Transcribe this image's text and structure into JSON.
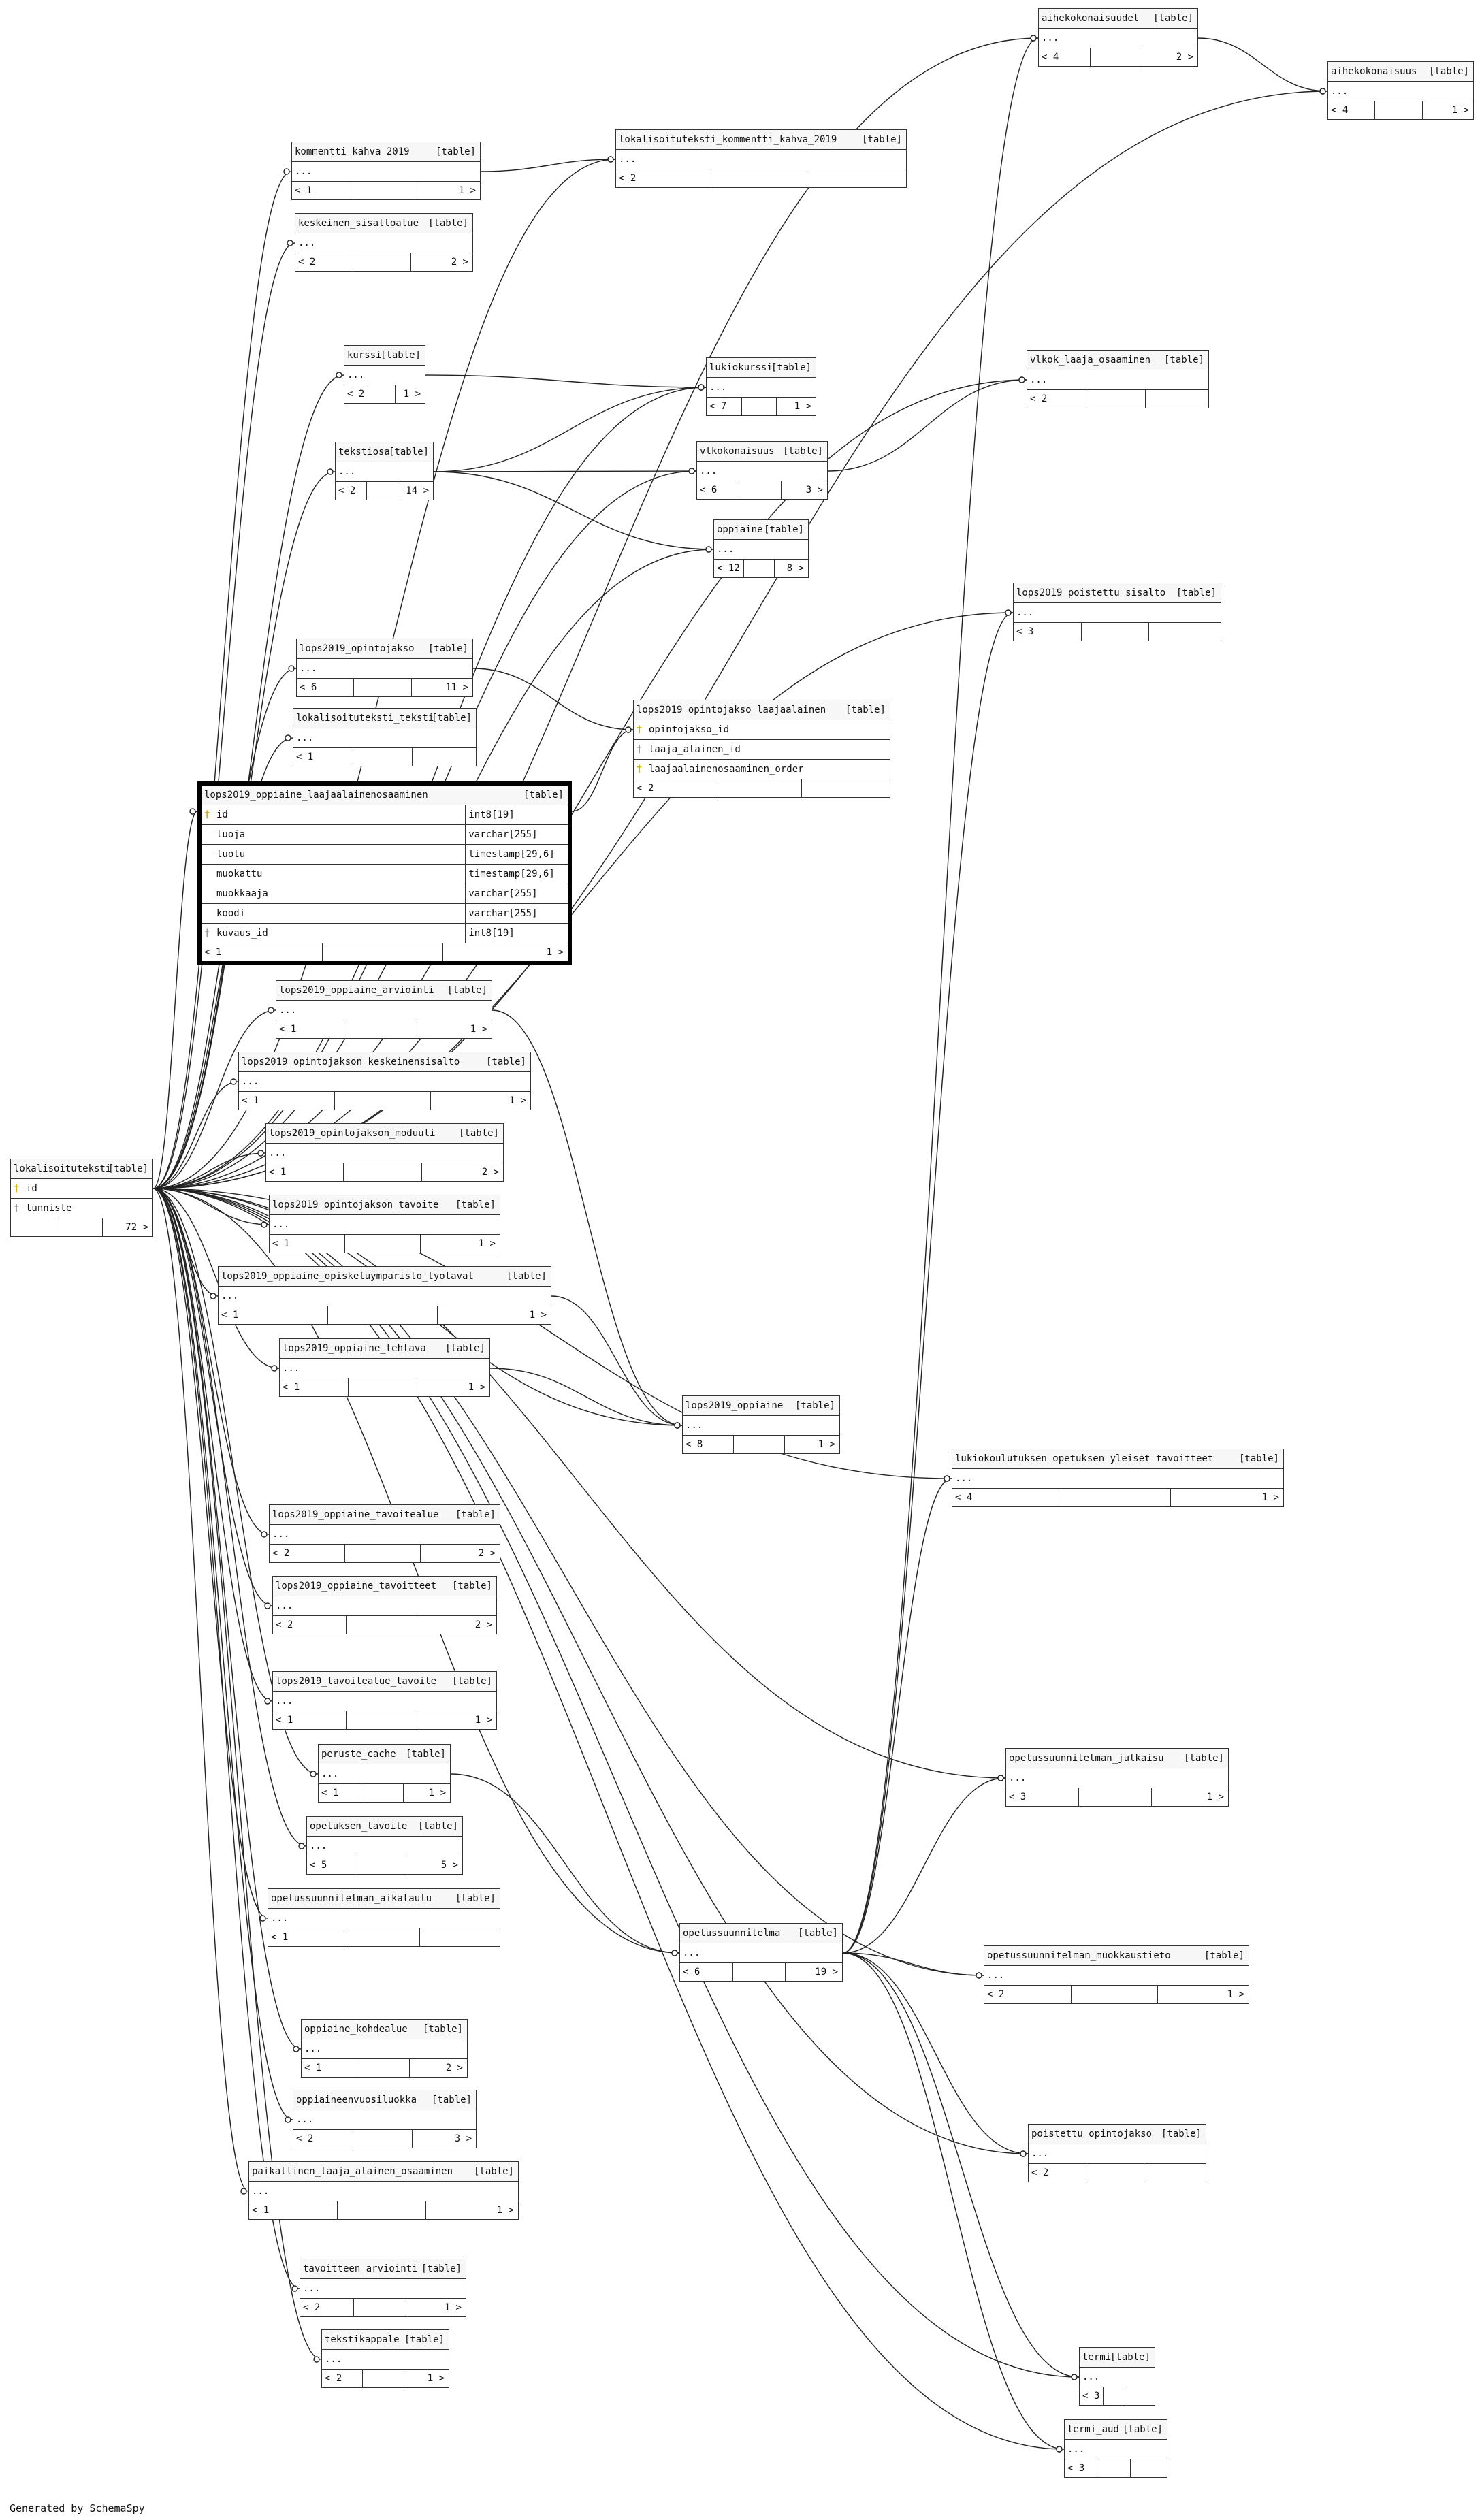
{
  "footer": "Generated by SchemaSpy",
  "tables": [
    {
      "id": "aihekokonaisuudet",
      "name": "aihekokonaisuudet",
      "tag": "[table]",
      "rows": [
        "..."
      ],
      "counts": [
        "< 4",
        "",
        "2 >"
      ]
    },
    {
      "id": "aihekokonaisuus",
      "name": "aihekokonaisuus",
      "tag": "[table]",
      "rows": [
        "..."
      ],
      "counts": [
        "< 4",
        "",
        "1 >"
      ]
    },
    {
      "id": "kommentti_kahva_2019",
      "name": "kommentti_kahva_2019",
      "tag": "[table]",
      "rows": [
        "..."
      ],
      "counts": [
        "< 1",
        "",
        "1 >"
      ]
    },
    {
      "id": "lokalisoituteksti_kommentti_kahva_2019",
      "name": "lokalisoituteksti_kommentti_kahva_2019",
      "tag": "[table]",
      "rows": [
        "..."
      ],
      "counts": [
        "< 2",
        "",
        ""
      ]
    },
    {
      "id": "keskeinen_sisaltoalue",
      "name": "keskeinen_sisaltoalue",
      "tag": "[table]",
      "rows": [
        "..."
      ],
      "counts": [
        "< 2",
        "",
        "2 >"
      ]
    },
    {
      "id": "kurssi",
      "name": "kurssi",
      "tag": "[table]",
      "rows": [
        "..."
      ],
      "counts": [
        "< 2",
        "",
        "1 >"
      ]
    },
    {
      "id": "lukiokurssi",
      "name": "lukiokurssi",
      "tag": "[table]",
      "rows": [
        "..."
      ],
      "counts": [
        "< 7",
        "",
        "1 >"
      ]
    },
    {
      "id": "vlkok_laaja_osaaminen",
      "name": "vlkok_laaja_osaaminen",
      "tag": "[table]",
      "rows": [
        "..."
      ],
      "counts": [
        "< 2",
        "",
        ""
      ]
    },
    {
      "id": "tekstiosa",
      "name": "tekstiosa",
      "tag": "[table]",
      "rows": [
        "..."
      ],
      "counts": [
        "< 2",
        "",
        "14 >"
      ]
    },
    {
      "id": "vlkokonaisuus",
      "name": "vlkokonaisuus",
      "tag": "[table]",
      "rows": [
        "..."
      ],
      "counts": [
        "< 6",
        "",
        "3 >"
      ]
    },
    {
      "id": "oppiaine",
      "name": "oppiaine",
      "tag": "[table]",
      "rows": [
        "..."
      ],
      "counts": [
        "< 12",
        "",
        "8 >"
      ]
    },
    {
      "id": "lops2019_poistettu_sisalto",
      "name": "lops2019_poistettu_sisalto",
      "tag": "[table]",
      "rows": [
        "..."
      ],
      "counts": [
        "< 3",
        "",
        ""
      ]
    },
    {
      "id": "lops2019_opintojakso",
      "name": "lops2019_opintojakso",
      "tag": "[table]",
      "rows": [
        "..."
      ],
      "counts": [
        "< 6",
        "",
        "11 >"
      ]
    },
    {
      "id": "lokalisoituteksti_teksti",
      "name": "lokalisoituteksti_teksti",
      "tag": "[table]",
      "rows": [
        "..."
      ],
      "counts": [
        "< 1",
        "",
        ""
      ]
    },
    {
      "id": "lops2019_opintojakso_laajaalainen",
      "name": "lops2019_opintojakso_laajaalainen",
      "tag": "[table]",
      "rows": [
        "opintojakso_id",
        "laaja_alainen_id",
        "laajaalainenosaaminen_order"
      ],
      "counts": [
        "< 2",
        "",
        ""
      ]
    },
    {
      "id": "lops2019_oppiaine_laajaalainenosaaminen",
      "name": "lops2019_oppiaine_laajaalainenosaaminen",
      "tag": "[table]",
      "rows": [
        "id",
        "luoja",
        "luotu",
        "muokattu",
        "muokkaaja",
        "koodi",
        "kuvaus_id"
      ],
      "types": [
        "int8[19]",
        "varchar[255]",
        "timestamp[29,6]",
        "timestamp[29,6]",
        "varchar[255]",
        "varchar[255]",
        "int8[19]"
      ],
      "counts": [
        "< 1",
        "",
        "1 >"
      ]
    },
    {
      "id": "lops2019_oppiaine_arviointi",
      "name": "lops2019_oppiaine_arviointi",
      "tag": "[table]",
      "rows": [
        "..."
      ],
      "counts": [
        "< 1",
        "",
        "1 >"
      ]
    },
    {
      "id": "lops2019_opintojakson_keskeinensisalto",
      "name": "lops2019_opintojakson_keskeinensisalto",
      "tag": "[table]",
      "rows": [
        "..."
      ],
      "counts": [
        "< 1",
        "",
        "1 >"
      ]
    },
    {
      "id": "lops2019_opintojakson_moduuli",
      "name": "lops2019_opintojakson_moduuli",
      "tag": "[table]",
      "rows": [
        "..."
      ],
      "counts": [
        "< 1",
        "",
        "2 >"
      ]
    },
    {
      "id": "lokalisoituteksti",
      "name": "lokalisoituteksti",
      "tag": "[table]",
      "rows": [
        "id",
        "tunniste"
      ],
      "counts": [
        "",
        "",
        "72 >"
      ]
    },
    {
      "id": "lops2019_opintojakson_tavoite",
      "name": "lops2019_opintojakson_tavoite",
      "tag": "[table]",
      "rows": [
        "..."
      ],
      "counts": [
        "< 1",
        "",
        "1 >"
      ]
    },
    {
      "id": "lops2019_oppiaine_opiskeluymparisto_tyotavat",
      "name": "lops2019_oppiaine_opiskeluymparisto_tyotavat",
      "tag": "[table]",
      "rows": [
        "..."
      ],
      "counts": [
        "< 1",
        "",
        "1 >"
      ]
    },
    {
      "id": "lops2019_oppiaine_tehtava",
      "name": "lops2019_oppiaine_tehtava",
      "tag": "[table]",
      "rows": [
        "..."
      ],
      "counts": [
        "< 1",
        "",
        "1 >"
      ]
    },
    {
      "id": "lops2019_oppiaine",
      "name": "lops2019_oppiaine",
      "tag": "[table]",
      "rows": [
        "..."
      ],
      "counts": [
        "< 8",
        "",
        "1 >"
      ]
    },
    {
      "id": "lukiokoulutuksen_opetuksen_yleiset_tavoitteet",
      "name": "lukiokoulutuksen_opetuksen_yleiset_tavoitteet",
      "tag": "[table]",
      "rows": [
        "..."
      ],
      "counts": [
        "< 4",
        "",
        "1 >"
      ]
    },
    {
      "id": "lops2019_oppiaine_tavoitealue",
      "name": "lops2019_oppiaine_tavoitealue",
      "tag": "[table]",
      "rows": [
        "..."
      ],
      "counts": [
        "< 2",
        "",
        "2 >"
      ]
    },
    {
      "id": "lops2019_oppiaine_tavoitteet",
      "name": "lops2019_oppiaine_tavoitteet",
      "tag": "[table]",
      "rows": [
        "..."
      ],
      "counts": [
        "< 2",
        "",
        "2 >"
      ]
    },
    {
      "id": "lops2019_tavoitealue_tavoite",
      "name": "lops2019_tavoitealue_tavoite",
      "tag": "[table]",
      "rows": [
        "..."
      ],
      "counts": [
        "< 1",
        "",
        "1 >"
      ]
    },
    {
      "id": "opetussuunnitelman_julkaisu",
      "name": "opetussuunnitelman_julkaisu",
      "tag": "[table]",
      "rows": [
        "..."
      ],
      "counts": [
        "< 3",
        "",
        "1 >"
      ]
    },
    {
      "id": "peruste_cache",
      "name": "peruste_cache",
      "tag": "[table]",
      "rows": [
        "..."
      ],
      "counts": [
        "< 1",
        "",
        "1 >"
      ]
    },
    {
      "id": "opetuksen_tavoite",
      "name": "opetuksen_tavoite",
      "tag": "[table]",
      "rows": [
        "..."
      ],
      "counts": [
        "< 5",
        "",
        "5 >"
      ]
    },
    {
      "id": "opetussuunnitelman_aikataulu",
      "name": "opetussuunnitelman_aikataulu",
      "tag": "[table]",
      "rows": [
        "..."
      ],
      "counts": [
        "< 1",
        "",
        ""
      ]
    },
    {
      "id": "opetussuunnitelma",
      "name": "opetussuunnitelma",
      "tag": "[table]",
      "rows": [
        "..."
      ],
      "counts": [
        "< 6",
        "",
        "19 >"
      ]
    },
    {
      "id": "opetussuunnitelman_muokkaustieto",
      "name": "opetussuunnitelman_muokkaustieto",
      "tag": "[table]",
      "rows": [
        "..."
      ],
      "counts": [
        "< 2",
        "",
        "1 >"
      ]
    },
    {
      "id": "oppiaine_kohdealue",
      "name": "oppiaine_kohdealue",
      "tag": "[table]",
      "rows": [
        "..."
      ],
      "counts": [
        "< 1",
        "",
        "2 >"
      ]
    },
    {
      "id": "oppiaineenvuosiluokka",
      "name": "oppiaineenvuosiluokka",
      "tag": "[table]",
      "rows": [
        "..."
      ],
      "counts": [
        "< 2",
        "",
        "3 >"
      ]
    },
    {
      "id": "poistettu_opintojakso",
      "name": "poistettu_opintojakso",
      "tag": "[table]",
      "rows": [
        "..."
      ],
      "counts": [
        "< 2",
        "",
        ""
      ]
    },
    {
      "id": "paikallinen_laaja_alainen_osaaminen",
      "name": "paikallinen_laaja_alainen_osaaminen",
      "tag": "[table]",
      "rows": [
        "..."
      ],
      "counts": [
        "< 1",
        "",
        "1 >"
      ]
    },
    {
      "id": "tavoitteen_arviointi",
      "name": "tavoitteen_arviointi",
      "tag": "[table]",
      "rows": [
        "..."
      ],
      "counts": [
        "< 2",
        "",
        "1 >"
      ]
    },
    {
      "id": "tekstikappale",
      "name": "tekstikappale",
      "tag": "[table]",
      "rows": [
        "..."
      ],
      "counts": [
        "< 2",
        "",
        "1 >"
      ]
    },
    {
      "id": "termi",
      "name": "termi",
      "tag": "[table]",
      "rows": [
        "..."
      ],
      "counts": [
        "< 3",
        "",
        ""
      ]
    },
    {
      "id": "termi_aud",
      "name": "termi_aud",
      "tag": "[table]",
      "rows": [
        "..."
      ],
      "counts": [
        "< 3",
        "",
        ""
      ]
    }
  ],
  "relationships": [
    [
      "lokalisoituteksti",
      "aihekokonaisuudet"
    ],
    [
      "lokalisoituteksti",
      "aihekokonaisuus"
    ],
    [
      "aihekokonaisuudet",
      "aihekokonaisuus"
    ],
    [
      "lokalisoituteksti",
      "kommentti_kahva_2019"
    ],
    [
      "kommentti_kahva_2019",
      "lokalisoituteksti_kommentti_kahva_2019"
    ],
    [
      "lokalisoituteksti",
      "lokalisoituteksti_kommentti_kahva_2019"
    ],
    [
      "lokalisoituteksti",
      "keskeinen_sisaltoalue"
    ],
    [
      "lokalisoituteksti",
      "kurssi"
    ],
    [
      "kurssi",
      "lukiokurssi"
    ],
    [
      "lokalisoituteksti",
      "lukiokurssi"
    ],
    [
      "lokalisoituteksti",
      "vlkok_laaja_osaaminen"
    ],
    [
      "vlkokonaisuus",
      "vlkok_laaja_osaaminen"
    ],
    [
      "lokalisoituteksti",
      "tekstiosa"
    ],
    [
      "tekstiosa",
      "lukiokurssi"
    ],
    [
      "tekstiosa",
      "vlkokonaisuus"
    ],
    [
      "tekstiosa",
      "oppiaine"
    ],
    [
      "lokalisoituteksti",
      "vlkokonaisuus"
    ],
    [
      "lokalisoituteksti",
      "oppiaine"
    ],
    [
      "lokalisoituteksti",
      "lops2019_poistettu_sisalto"
    ],
    [
      "opetussuunnitelma",
      "lops2019_poistettu_sisalto"
    ],
    [
      "lokalisoituteksti",
      "lops2019_opintojakso"
    ],
    [
      "lops2019_opintojakso",
      "lops2019_opintojakso_laajaalainen"
    ],
    [
      "lops2019_oppiaine_laajaalainenosaaminen",
      "lops2019_opintojakso_laajaalainen"
    ],
    [
      "lokalisoituteksti",
      "lokalisoituteksti_teksti"
    ],
    [
      "lokalisoituteksti",
      "lops2019_oppiaine_laajaalainenosaaminen"
    ],
    [
      "lokalisoituteksti",
      "lops2019_oppiaine_arviointi"
    ],
    [
      "lops2019_oppiaine_arviointi",
      "lops2019_oppiaine"
    ],
    [
      "lokalisoituteksti",
      "lops2019_opintojakson_keskeinensisalto"
    ],
    [
      "lokalisoituteksti",
      "lops2019_opintojakson_moduuli"
    ],
    [
      "lokalisoituteksti",
      "lops2019_opintojakson_tavoite"
    ],
    [
      "lokalisoituteksti",
      "lops2019_oppiaine_opiskeluymparisto_tyotavat"
    ],
    [
      "lops2019_oppiaine_opiskeluymparisto_tyotavat",
      "lops2019_oppiaine"
    ],
    [
      "lokalisoituteksti",
      "lops2019_oppiaine_tehtava"
    ],
    [
      "lops2019_oppiaine_tehtava",
      "lops2019_oppiaine"
    ],
    [
      "lokalisoituteksti",
      "lops2019_oppiaine"
    ],
    [
      "lokalisoituteksti",
      "lukiokoulutuksen_opetuksen_yleiset_tavoitteet"
    ],
    [
      "opetussuunnitelma",
      "lukiokoulutuksen_opetuksen_yleiset_tavoitteet"
    ],
    [
      "lokalisoituteksti",
      "lops2019_oppiaine_tavoitealue"
    ],
    [
      "lokalisoituteksti",
      "lops2019_oppiaine_tavoitteet"
    ],
    [
      "lokalisoituteksti",
      "lops2019_tavoitealue_tavoite"
    ],
    [
      "lokalisoituteksti",
      "opetussuunnitelman_julkaisu"
    ],
    [
      "opetussuunnitelma",
      "opetussuunnitelman_julkaisu"
    ],
    [
      "lokalisoituteksti",
      "peruste_cache"
    ],
    [
      "peruste_cache",
      "opetussuunnitelma"
    ],
    [
      "lokalisoituteksti",
      "opetuksen_tavoite"
    ],
    [
      "lokalisoituteksti",
      "opetussuunnitelman_aikataulu"
    ],
    [
      "lokalisoituteksti",
      "opetussuunnitelma"
    ],
    [
      "lokalisoituteksti",
      "opetussuunnitelman_muokkaustieto"
    ],
    [
      "opetussuunnitelma",
      "opetussuunnitelman_muokkaustieto"
    ],
    [
      "lokalisoituteksti",
      "oppiaine_kohdealue"
    ],
    [
      "lokalisoituteksti",
      "oppiaineenvuosiluokka"
    ],
    [
      "lokalisoituteksti",
      "poistettu_opintojakso"
    ],
    [
      "opetussuunnitelma",
      "poistettu_opintojakso"
    ],
    [
      "lokalisoituteksti",
      "paikallinen_laaja_alainen_osaaminen"
    ],
    [
      "lokalisoituteksti",
      "tavoitteen_arviointi"
    ],
    [
      "lokalisoituteksti",
      "tekstikappale"
    ],
    [
      "lokalisoituteksti",
      "termi"
    ],
    [
      "opetussuunnitelma",
      "termi"
    ],
    [
      "lokalisoituteksti",
      "termi_aud"
    ],
    [
      "opetussuunnitelma",
      "termi_aud"
    ],
    [
      "opetussuunnitelma",
      "aihekokonaisuudet"
    ]
  ]
}
